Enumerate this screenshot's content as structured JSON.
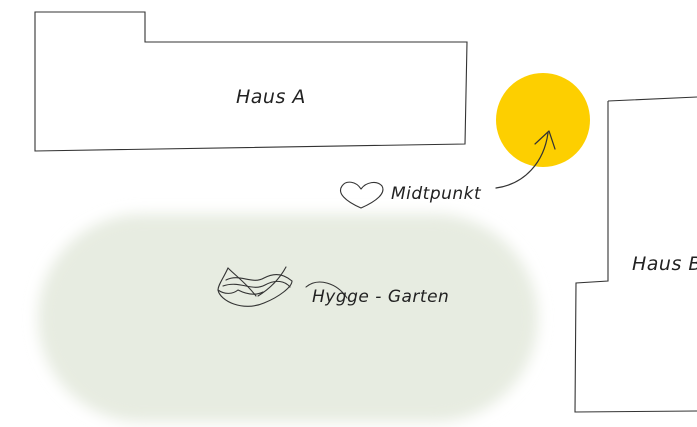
{
  "buildings": {
    "haus_a": "Haus A",
    "haus_b": "Haus B"
  },
  "midpoint": {
    "label": "Midtpunkt",
    "icon": "heart-icon",
    "color": "#FDCF00"
  },
  "garden": {
    "label": "Hygge - Garten",
    "icon": "bowl-icon",
    "color": "#E7ECE1"
  }
}
